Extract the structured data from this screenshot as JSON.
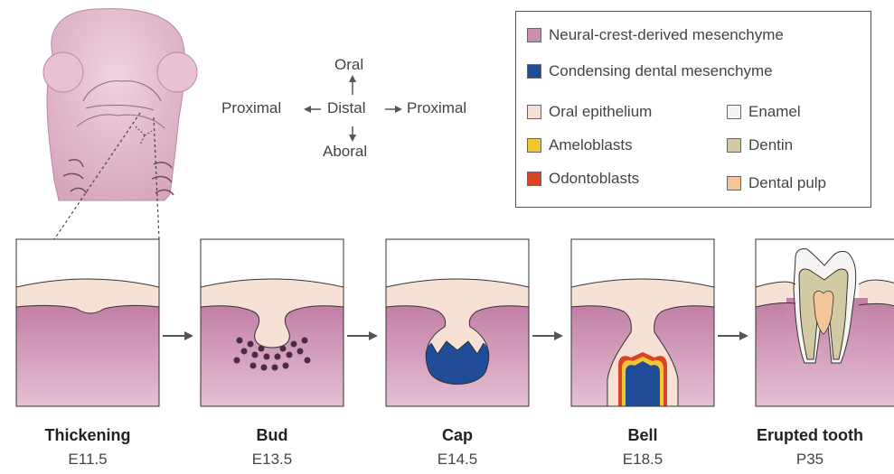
{
  "orientation": {
    "oral": "Oral",
    "proximal_left": "Proximal",
    "distal": "Distal",
    "proximal_right": "Proximal",
    "aboral": "Aboral"
  },
  "legend": {
    "items": [
      {
        "label": "Neural-crest-derived mesenchyme",
        "color": "#c98fae"
      },
      {
        "label": "Condensing dental mesenchyme",
        "color": "#1f4b97"
      },
      {
        "label": "Oral epithelium",
        "color": "#f7e1d4"
      },
      {
        "label": "Enamel",
        "color": "#f7f5f3"
      },
      {
        "label": "Ameloblasts",
        "color": "#f2c532"
      },
      {
        "label": "Dentin",
        "color": "#d3c9a2"
      },
      {
        "label": "Odontoblasts",
        "color": "#d94326"
      },
      {
        "label": "Dental pulp",
        "color": "#f4c596"
      }
    ]
  },
  "stages": [
    {
      "name": "Thickening",
      "age": "E11.5"
    },
    {
      "name": "Bud",
      "age": "E13.5"
    },
    {
      "name": "Cap",
      "age": "E14.5"
    },
    {
      "name": "Bell",
      "age": "E18.5"
    },
    {
      "name": "Erupted tooth",
      "age": "P35"
    }
  ],
  "colors": {
    "head": "#e6bdcf",
    "mesenchyme": "#c98fae",
    "epithelium": "#f7e1d4",
    "condensing": "#1f4b97",
    "dentin": "#d3c9a2",
    "enamel": "#f7f5f3",
    "arrow": "#555555"
  }
}
